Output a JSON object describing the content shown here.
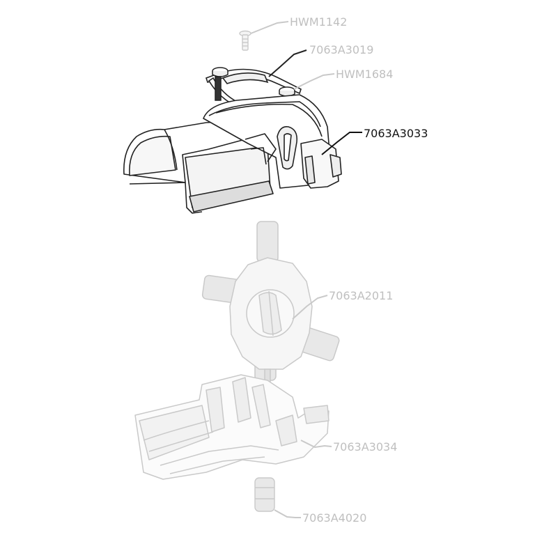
{
  "diagram": {
    "highlighted_part": "7063A3033",
    "callouts": [
      {
        "id": "hwm1142",
        "label": "HWM1142",
        "state": "muted"
      },
      {
        "id": "a3019",
        "label": "7063A3019",
        "state": "muted"
      },
      {
        "id": "hwm1684",
        "label": "HWM1684",
        "state": "muted"
      },
      {
        "id": "a3033",
        "label": "7063A3033",
        "state": "active"
      },
      {
        "id": "a2011",
        "label": "7063A2011",
        "state": "muted"
      },
      {
        "id": "a3034",
        "label": "7063A3034",
        "state": "muted"
      },
      {
        "id": "a4020",
        "label": "7063A4020",
        "state": "muted"
      }
    ],
    "colors": {
      "active_text": "#111111",
      "muted_text": "#bfbfbf",
      "active_line": "#222222",
      "muted_line": "#c9c9c9",
      "background": "#ffffff"
    }
  }
}
